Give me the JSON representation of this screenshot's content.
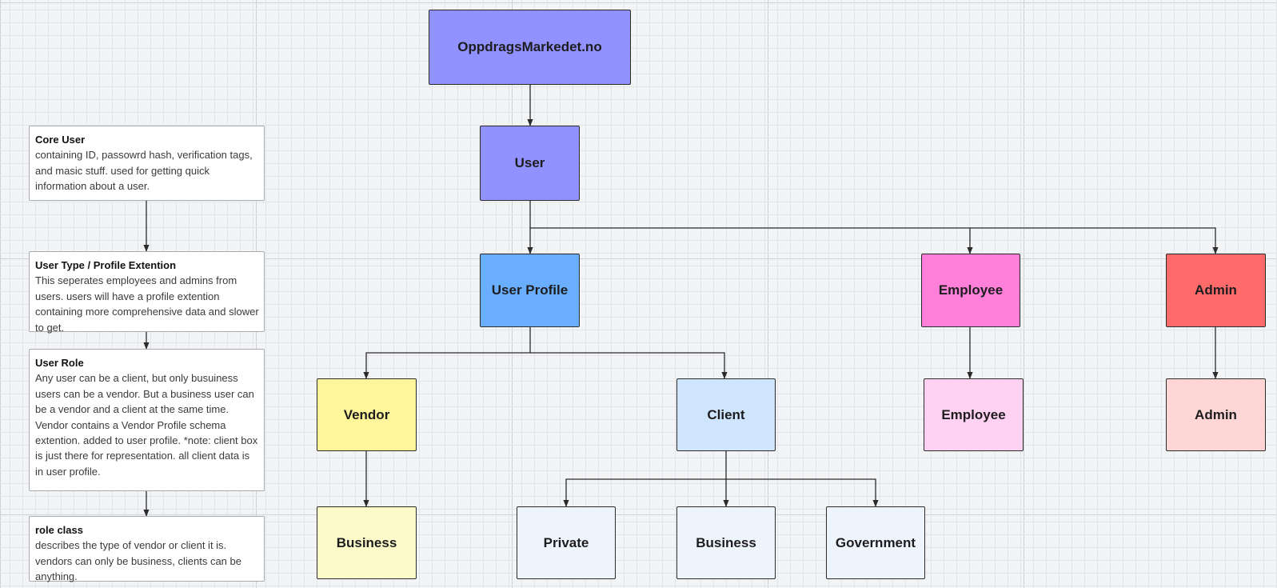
{
  "colors": {
    "root": "#9191ff",
    "user": "#9191ff",
    "user_profile": "#6aafff",
    "employee": "#ff7fd9",
    "admin": "#ff6b6b",
    "vendor": "#fff59a",
    "client": "#cfe4fd",
    "employee_sub": "#ffd2f2",
    "admin_sub": "#ffd6d6",
    "vendor_business": "#fcfac8",
    "client_sub": "#eef4fc",
    "connector": "#2b2b2b"
  },
  "nodes": {
    "root": "OppdragsMarkedet.no",
    "user": "User",
    "user_profile": "User Profile",
    "employee": "Employee",
    "admin": "Admin",
    "vendor": "Vendor",
    "client": "Client",
    "employee_sub": "Employee",
    "admin_sub": "Admin",
    "vendor_business": "Business",
    "client_private": "Private",
    "client_business": "Business",
    "client_government": "Government"
  },
  "notes": [
    {
      "title": "Core User",
      "body": "containing ID, passowrd hash, verification tags, and masic stuff. used for getting quick information about a user."
    },
    {
      "title": "User Type / Profile Extention",
      "body": "This seperates employees and admins from users. users will have a profile extention containing more comprehensive data and slower to get."
    },
    {
      "title": "User Role",
      "body": "Any user can be a client, but only busuiness users can be a vendor. But a business user can be a vendor and a client at the same time. Vendor contains a Vendor Profile schema extention. added to user profile. *note: client box is just there for representation. all client data is in user profile."
    },
    {
      "title": "role class",
      "body": "describes the type of vendor or client it is. vendors can only be business, clients can be anything."
    }
  ]
}
